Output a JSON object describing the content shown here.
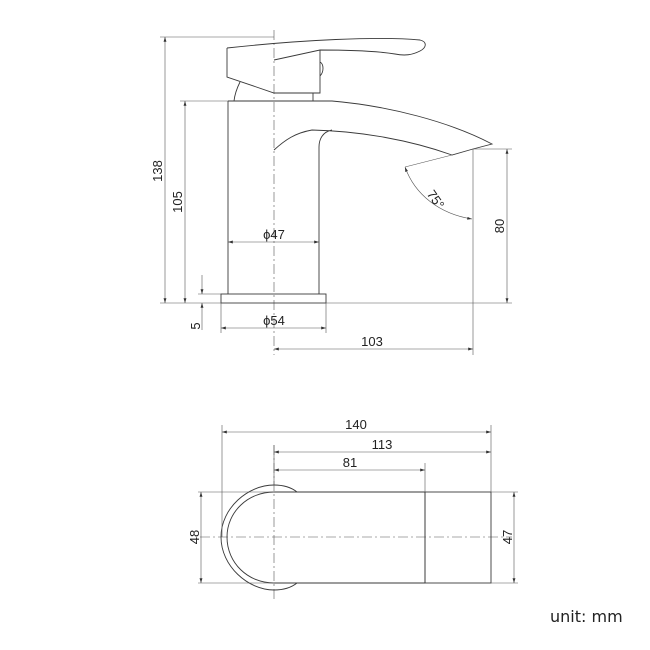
{
  "side_view": {
    "height_total": "138",
    "height_body": "105",
    "spout_height": "80",
    "base_height": "5",
    "body_diameter": "ϕ47",
    "base_diameter": "ϕ54",
    "spout_reach": "103",
    "spout_angle": "75°"
  },
  "top_view": {
    "length_total": "140",
    "length_from_center": "113",
    "body_length": "81",
    "width_left": "48",
    "width_right": "47"
  },
  "unit_label": "unit: mm"
}
